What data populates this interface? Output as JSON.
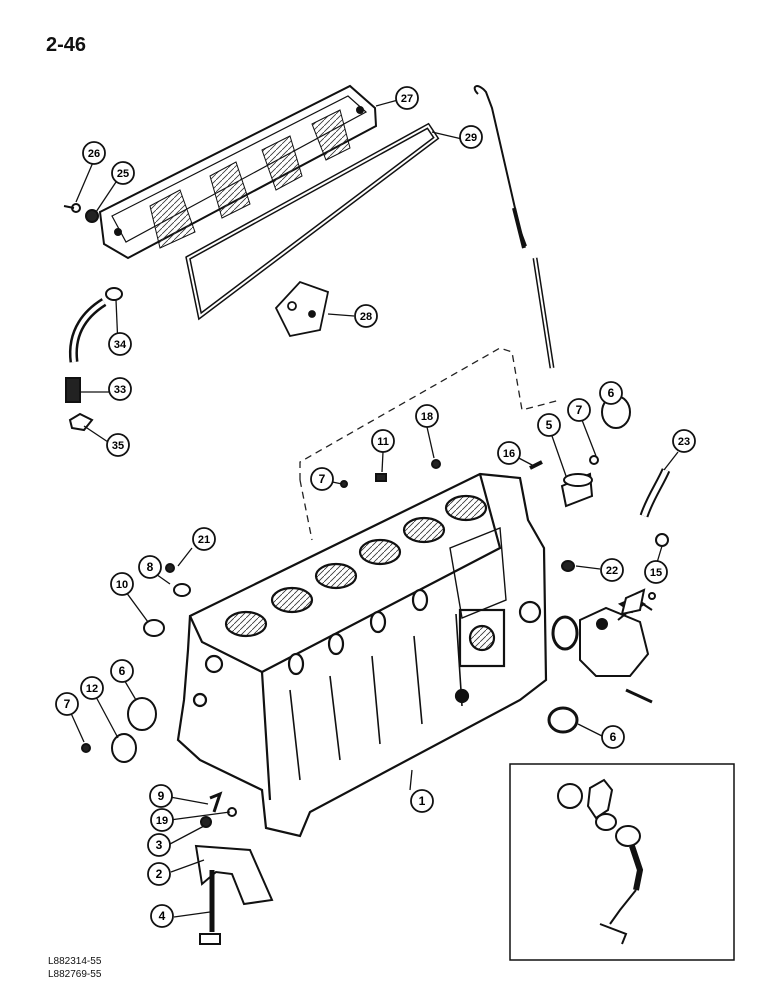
{
  "page": {
    "page_number": "2-46",
    "figure_codes": [
      "L882314-55",
      "L882769-55"
    ]
  },
  "callouts": [
    {
      "id": "c1",
      "label": "1"
    },
    {
      "id": "c2",
      "label": "2"
    },
    {
      "id": "c3",
      "label": "3"
    },
    {
      "id": "c4",
      "label": "4"
    },
    {
      "id": "c5",
      "label": "5"
    },
    {
      "id": "c6a",
      "label": "6"
    },
    {
      "id": "c6b",
      "label": "6"
    },
    {
      "id": "c6c",
      "label": "6"
    },
    {
      "id": "c7a",
      "label": "7"
    },
    {
      "id": "c7b",
      "label": "7"
    },
    {
      "id": "c7c",
      "label": "7"
    },
    {
      "id": "c8",
      "label": "8"
    },
    {
      "id": "c9",
      "label": "9"
    },
    {
      "id": "c10",
      "label": "10"
    },
    {
      "id": "c11",
      "label": "11"
    },
    {
      "id": "c12",
      "label": "12"
    },
    {
      "id": "c15",
      "label": "15"
    },
    {
      "id": "c16",
      "label": "16"
    },
    {
      "id": "c18",
      "label": "18"
    },
    {
      "id": "c19",
      "label": "19"
    },
    {
      "id": "c21",
      "label": "21"
    },
    {
      "id": "c22",
      "label": "22"
    },
    {
      "id": "c23",
      "label": "23"
    },
    {
      "id": "c25",
      "label": "25"
    },
    {
      "id": "c26",
      "label": "26"
    },
    {
      "id": "c27",
      "label": "27"
    },
    {
      "id": "c28",
      "label": "28"
    },
    {
      "id": "c29",
      "label": "29"
    },
    {
      "id": "c33",
      "label": "33"
    },
    {
      "id": "c34",
      "label": "34"
    },
    {
      "id": "c35",
      "label": "35"
    }
  ]
}
